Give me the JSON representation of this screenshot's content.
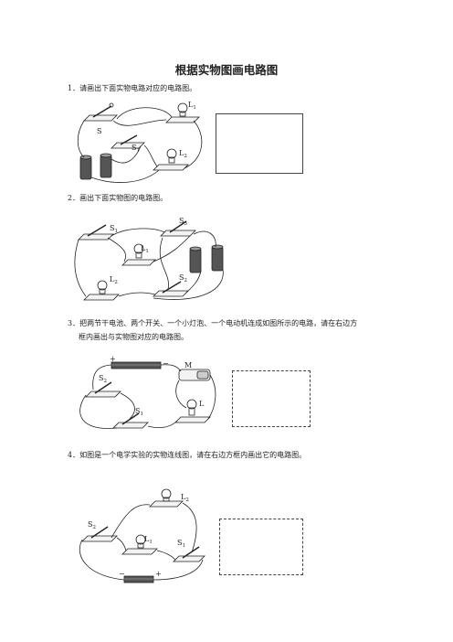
{
  "title": "根据实物图画电路图",
  "questions": [
    {
      "text": "1．请画出下面实物电路对应的电路图。",
      "labels": {
        "s": "S",
        "s1": "S",
        "s1sub": "1",
        "l1": "L",
        "l1sub": "1",
        "l2": "L",
        "l2sub": "2"
      }
    },
    {
      "text": "2．画出下面实物图的电路图。",
      "labels": {
        "s1": "S",
        "s1sub": "1",
        "s2": "S",
        "s2sub": "2",
        "s3": "S",
        "s3sub": "3",
        "l1": "L",
        "l1sub": "1",
        "l2": "L",
        "l2sub": "2"
      }
    },
    {
      "text_line1": "3．把两节干电池、两个开关、一个小灯泡、一个电动机连成如图所示的电路，请在右边方",
      "text_line2": "框内画出与实物图对应的电路图。",
      "labels": {
        "plus": "+",
        "minus": "−",
        "m": "M",
        "s1": "S",
        "s1sub": "1",
        "s2": "S",
        "s2sub": "2",
        "l": "L"
      }
    },
    {
      "text": "4．如图是一个电学实验的实物连线图，请在右边方框内画出它的电路图。",
      "labels": {
        "l1": "L",
        "l1sub": "1",
        "l2": "L",
        "l2sub": "2",
        "s1": "S",
        "s1sub": "1",
        "s2": "S",
        "s2sub": "2",
        "minus": "−",
        "plus": "+"
      }
    }
  ]
}
